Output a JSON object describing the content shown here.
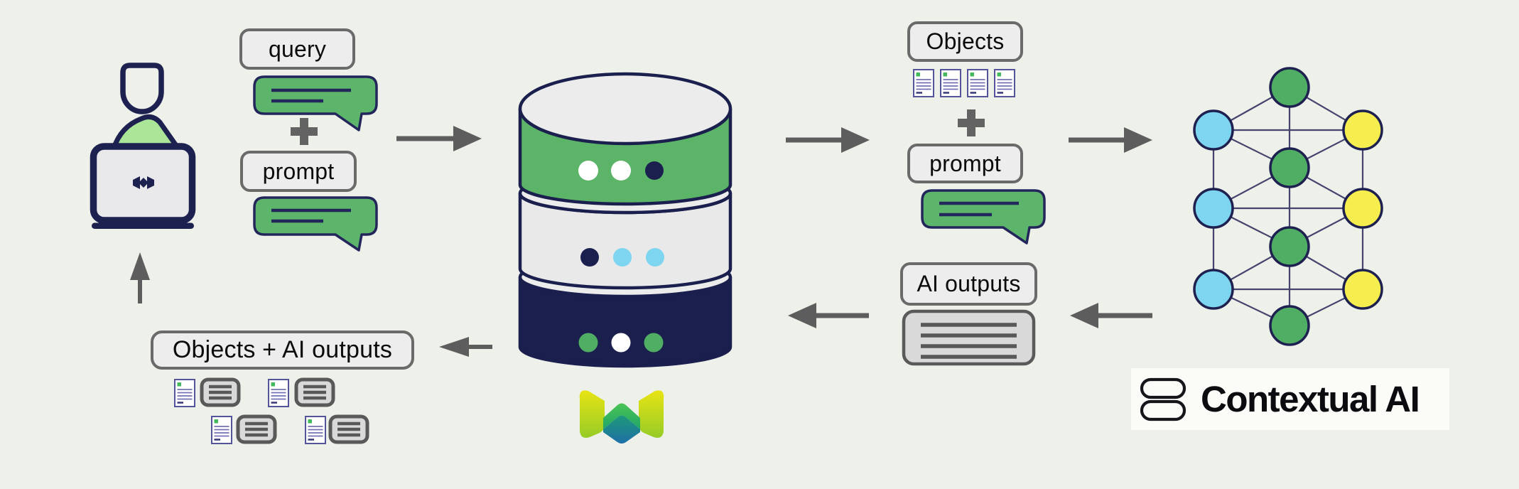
{
  "palette": {
    "background": "#EEF0EA",
    "navy": "#1B1F4E",
    "green": "#5CB468",
    "green_node": "#4FAE63",
    "light_green": "#ABE698",
    "light_blue": "#7DD5F0",
    "yellow": "#F5EE4E",
    "arrow_gray": "#5D5D5D",
    "label_fill": "#EDEDED",
    "label_border": "#6A6A6A",
    "doc_border": "#54549B",
    "output_fill": "#D9D9D9",
    "output_border": "#595959",
    "weaviate_yellow": "#E8E414",
    "weaviate_green": "#3FBF55",
    "weaviate_teal": "#1E6FA8",
    "logo_panel": "#FBFBF8"
  },
  "labels": {
    "query": "query",
    "prompt_input": "prompt",
    "objects": "Objects",
    "prompt_rag": "prompt",
    "ai_outputs": "AI outputs",
    "objects_plus_ai_outputs": "Objects + AI outputs"
  },
  "branding": {
    "contextual_ai_name": "Contextual AI",
    "weaviate_logo": "weaviate-logo-mark"
  },
  "database": {
    "tiers": [
      {
        "band_color": "#5CB468",
        "dots": [
          "#FFFFFF",
          "#FFFFFF",
          "#1B1F4E"
        ]
      },
      {
        "band_color": "#E9E9E9",
        "dots": [
          "#1B1F4E",
          "#7DD5F0",
          "#7DD5F0"
        ]
      },
      {
        "band_color": "#1B1F4E",
        "dots": [
          "#4FAE63",
          "#FFFFFF",
          "#4FAE63"
        ]
      }
    ]
  },
  "network": {
    "columns": [
      {
        "color": "#7DD5F0",
        "nodes": 3
      },
      {
        "color": "#4FAE63",
        "nodes": 4
      },
      {
        "color": "#F5EE4E",
        "nodes": 3
      }
    ]
  },
  "flow_arrows": [
    {
      "name": "user-query-to-database",
      "direction": "right"
    },
    {
      "name": "database-to-objects",
      "direction": "right"
    },
    {
      "name": "objects-prompt-to-model",
      "direction": "right"
    },
    {
      "name": "model-to-ai-outputs",
      "direction": "left"
    },
    {
      "name": "ai-outputs-to-database",
      "direction": "left"
    },
    {
      "name": "database-to-objects-ai-outputs",
      "direction": "left"
    },
    {
      "name": "objects-ai-outputs-to-user",
      "direction": "up"
    }
  ]
}
